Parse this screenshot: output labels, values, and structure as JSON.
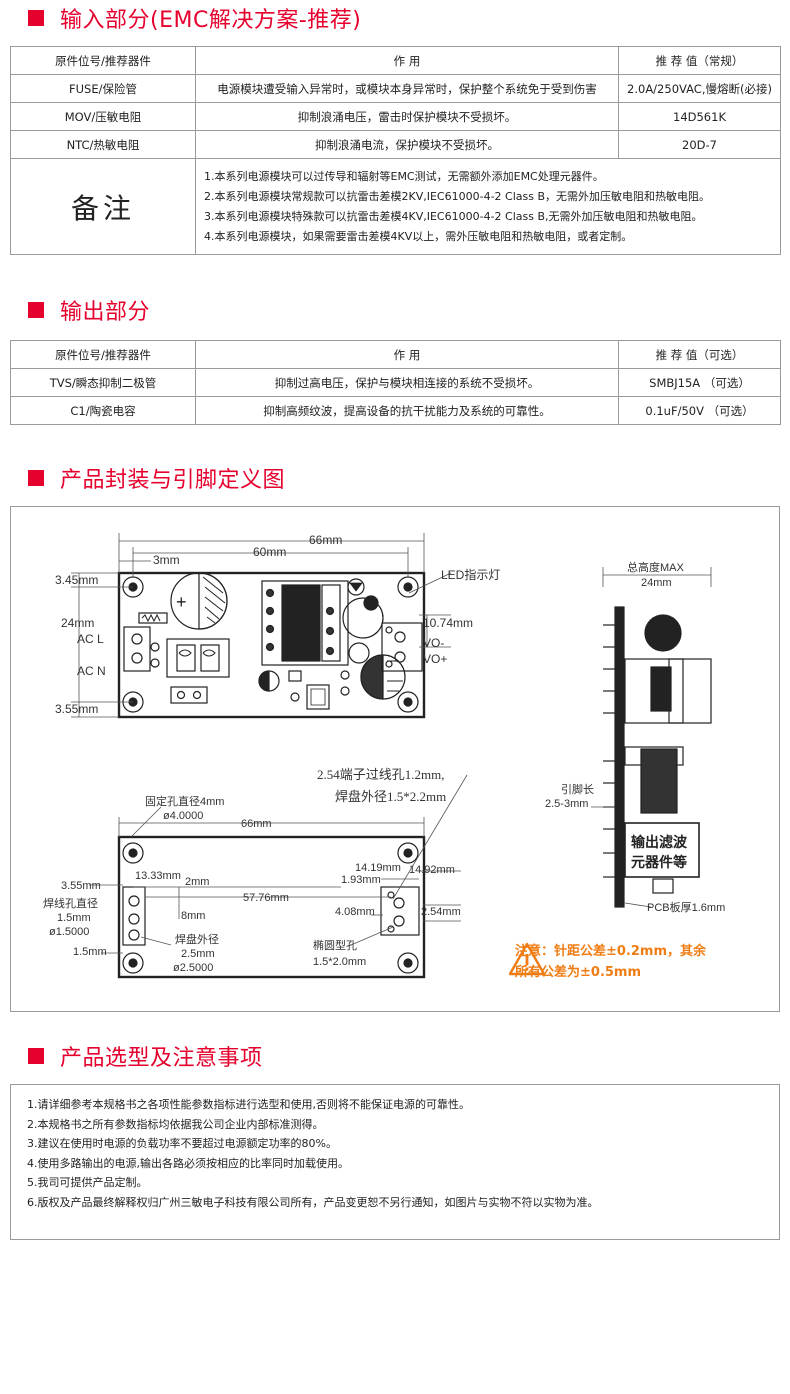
{
  "sections": {
    "input_title": "输入部分(EMC解决方案-推荐)",
    "output_title": "输出部分",
    "package_title": "产品封装与引脚定义图",
    "selection_title": "产品选型及注意事项"
  },
  "input_table": {
    "headers": [
      "原件位号/推荐器件",
      "作 用",
      "推 荐 值（常规）"
    ],
    "rows": [
      [
        "FUSE/保险管",
        "电源模块遭受输入异常时，或模块本身异常时，保护整个系统免于受到伤害",
        "2.0A/250VAC,慢熔断(必接)"
      ],
      [
        "MOV/压敏电阻",
        "抑制浪涌电压，雷击时保护模块不受损坏。",
        "14D561K"
      ],
      [
        "NTC/热敏电阻",
        "抑制浪涌电流，保护模块不受损坏。",
        "20D-7"
      ]
    ],
    "note_label": "备注",
    "notes": [
      "1.本系列电源模块可以过传导和辐射等EMC测试，无需额外添加EMC处理元器件。",
      "2.本系列电源模块常规款可以抗雷击差模2KV,IEC61000-4-2 Class B，无需外加压敏电阻和热敏电阻。",
      "3.本系列电源模块特殊款可以抗雷击差模4KV,IEC61000-4-2 Class B,无需外加压敏电阻和热敏电阻。",
      "4.本系列电源模块，如果需要雷击差模4KV以上，需外压敏电阻和热敏电阻，或者定制。"
    ]
  },
  "output_table": {
    "headers": [
      "原件位号/推荐器件",
      "作 用",
      "推 荐 值（可选）"
    ],
    "rows": [
      [
        "TVS/瞬态抑制二极管",
        "抑制过高电压，保护与模块相连接的系统不受损坏。",
        "SMBJ15A （可选）"
      ],
      [
        "C1/陶瓷电容",
        "抑制高频纹波，提高设备的抗干扰能力及系统的可靠性。",
        "0.1uF/50V （可选）"
      ]
    ]
  },
  "diagram": {
    "dim_66": "66mm",
    "dim_60": "60mm",
    "dim_3": "3mm",
    "dim_345": "3.45mm",
    "dim_24": "24mm",
    "dim_355": "3.55mm",
    "ac_l": "AC  L",
    "ac_n": "AC  N",
    "led": "LED指示灯",
    "dim_1074": "10.74mm",
    "vo_minus": "VO-",
    "vo_plus": "VO+",
    "total_height": "总高度MAX",
    "total_height_val": "24mm",
    "terminal_hole": "2.54端子过线孔1.2mm,",
    "pad_outer": "焊盘外径1.5*2.2mm",
    "pin_length": "引脚长",
    "pin_length_val": "2.5-3mm",
    "fix_hole": "固定孔直径4mm",
    "fix_hole_val": "ø4.0000",
    "dim_66_b": "66mm",
    "dim_1333": "13.33mm",
    "dim_2": "2mm",
    "dim_1419": "14.19mm",
    "dim_1492": "14.92mm",
    "dim_193": "1.93mm",
    "dim_355_b": "3.55mm",
    "dim_5776": "57.76mm",
    "solder_hole": "焊线孔直径",
    "solder_hole_val1": "1.5mm",
    "solder_hole_val2": "ø1.5000",
    "dim_8": "8mm",
    "dim_408": "4.08mm",
    "dim_254": "2.54mm",
    "pad_dia": "焊盘外径",
    "pad_dia_val1": "2.5mm",
    "pad_dia_val2": "ø2.5000",
    "dim_15": "1.5mm",
    "oval_hole": "椭圆型孔",
    "oval_hole_val": "1.5*2.0mm",
    "filter_label1": "输出滤波",
    "filter_label2": "元器件等",
    "pcb_thick": "PCB板厚1.6mm",
    "warning_line1": "注意：针距公差±0.2mm，其余",
    "warning_line2": "所有公差为±0.5mm"
  },
  "selection_notes": [
    "1.请详细参考本规格书之各项性能参数指标进行选型和使用,否则将不能保证电源的可靠性。",
    "2.本规格书之所有参数指标均依据我公司企业内部标准测得。",
    "3.建议在使用时电源的负载功率不要超过电源额定功率的80%。",
    "4.使用多路输出的电源,输出各路必须按相应的比率同时加载使用。",
    "5.我司可提供产品定制。",
    "6.版权及产品最终解释权归广州三敏电子科技有限公司所有，产品变更恕不另行通知，如图片与实物不符以实物为准。"
  ],
  "colors": {
    "accent": "#e6002d",
    "warning": "#f07d14",
    "border": "#9a9a9a"
  }
}
